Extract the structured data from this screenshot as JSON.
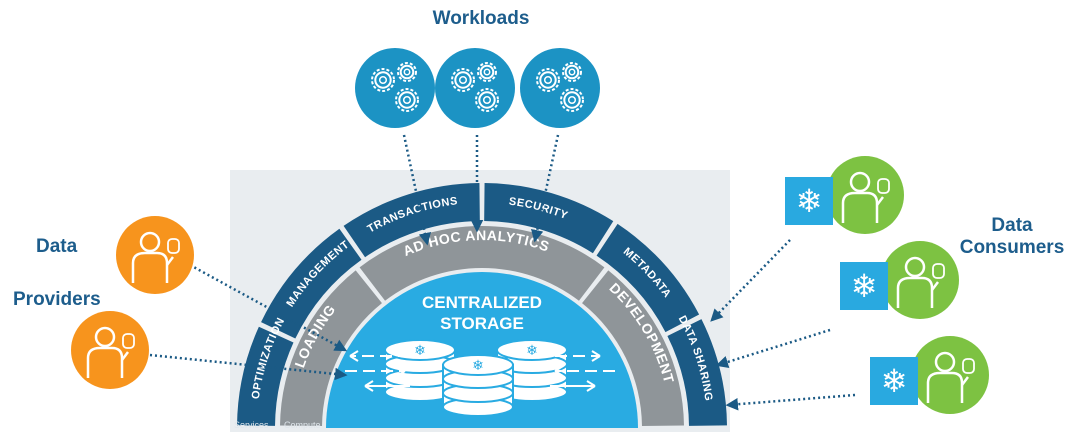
{
  "title": "Workloads",
  "providers": {
    "line1": "Data",
    "line2": "Providers"
  },
  "consumers": {
    "line1": "Data",
    "line2": "Consumers"
  },
  "outer_ring": [
    "OPTIMIZATION",
    "MANAGEMENT",
    "TRANSACTIONS",
    "SECURITY",
    "METADATA",
    "DATA SHARING"
  ],
  "inner_ring": [
    "LOADING",
    "AD HOC ANALYTICS",
    "DEVELOPMENT"
  ],
  "center": {
    "line1": "CENTRALIZED",
    "line2": "STORAGE"
  },
  "footer": {
    "services": "Services",
    "compute": "Compute"
  },
  "colors": {
    "dark_blue": "#1b5a85",
    "gray": "#8f9599",
    "light_blue": "#29abe2",
    "workload_blue": "#1c93c4",
    "orange": "#f7941d",
    "green": "#7dc242",
    "snow_blue": "#29a9e0",
    "text_blue": "#1d5d8c"
  }
}
